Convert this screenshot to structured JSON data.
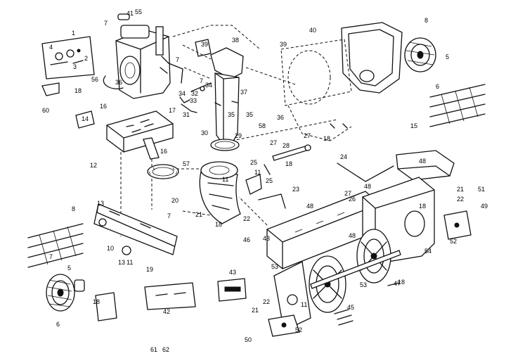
{
  "diagram": {
    "callouts": [
      "1",
      "2",
      "3",
      "4",
      "5",
      "5",
      "6",
      "6",
      "7",
      "7",
      "7",
      "7",
      "7",
      "8",
      "8",
      "10",
      "11",
      "11",
      "11",
      "11",
      "12",
      "13",
      "13",
      "14",
      "15",
      "16",
      "16",
      "17",
      "18",
      "18",
      "18",
      "18",
      "18",
      "18",
      "18",
      "19",
      "20",
      "21",
      "21",
      "21",
      "22",
      "22",
      "22",
      "23",
      "24",
      "25",
      "25",
      "26",
      "27",
      "27",
      "27",
      "28",
      "29",
      "30",
      "31",
      "32",
      "33",
      "34",
      "34",
      "35",
      "35",
      "36",
      "36",
      "37",
      "38",
      "39",
      "39",
      "40",
      "41",
      "42",
      "43",
      "43",
      "45",
      "46",
      "47",
      "48",
      "48",
      "48",
      "48",
      "49",
      "50",
      "51",
      "52",
      "52",
      "53",
      "53",
      "54",
      "55",
      "56",
      "57",
      "58",
      "60",
      "61",
      "62"
    ]
  }
}
